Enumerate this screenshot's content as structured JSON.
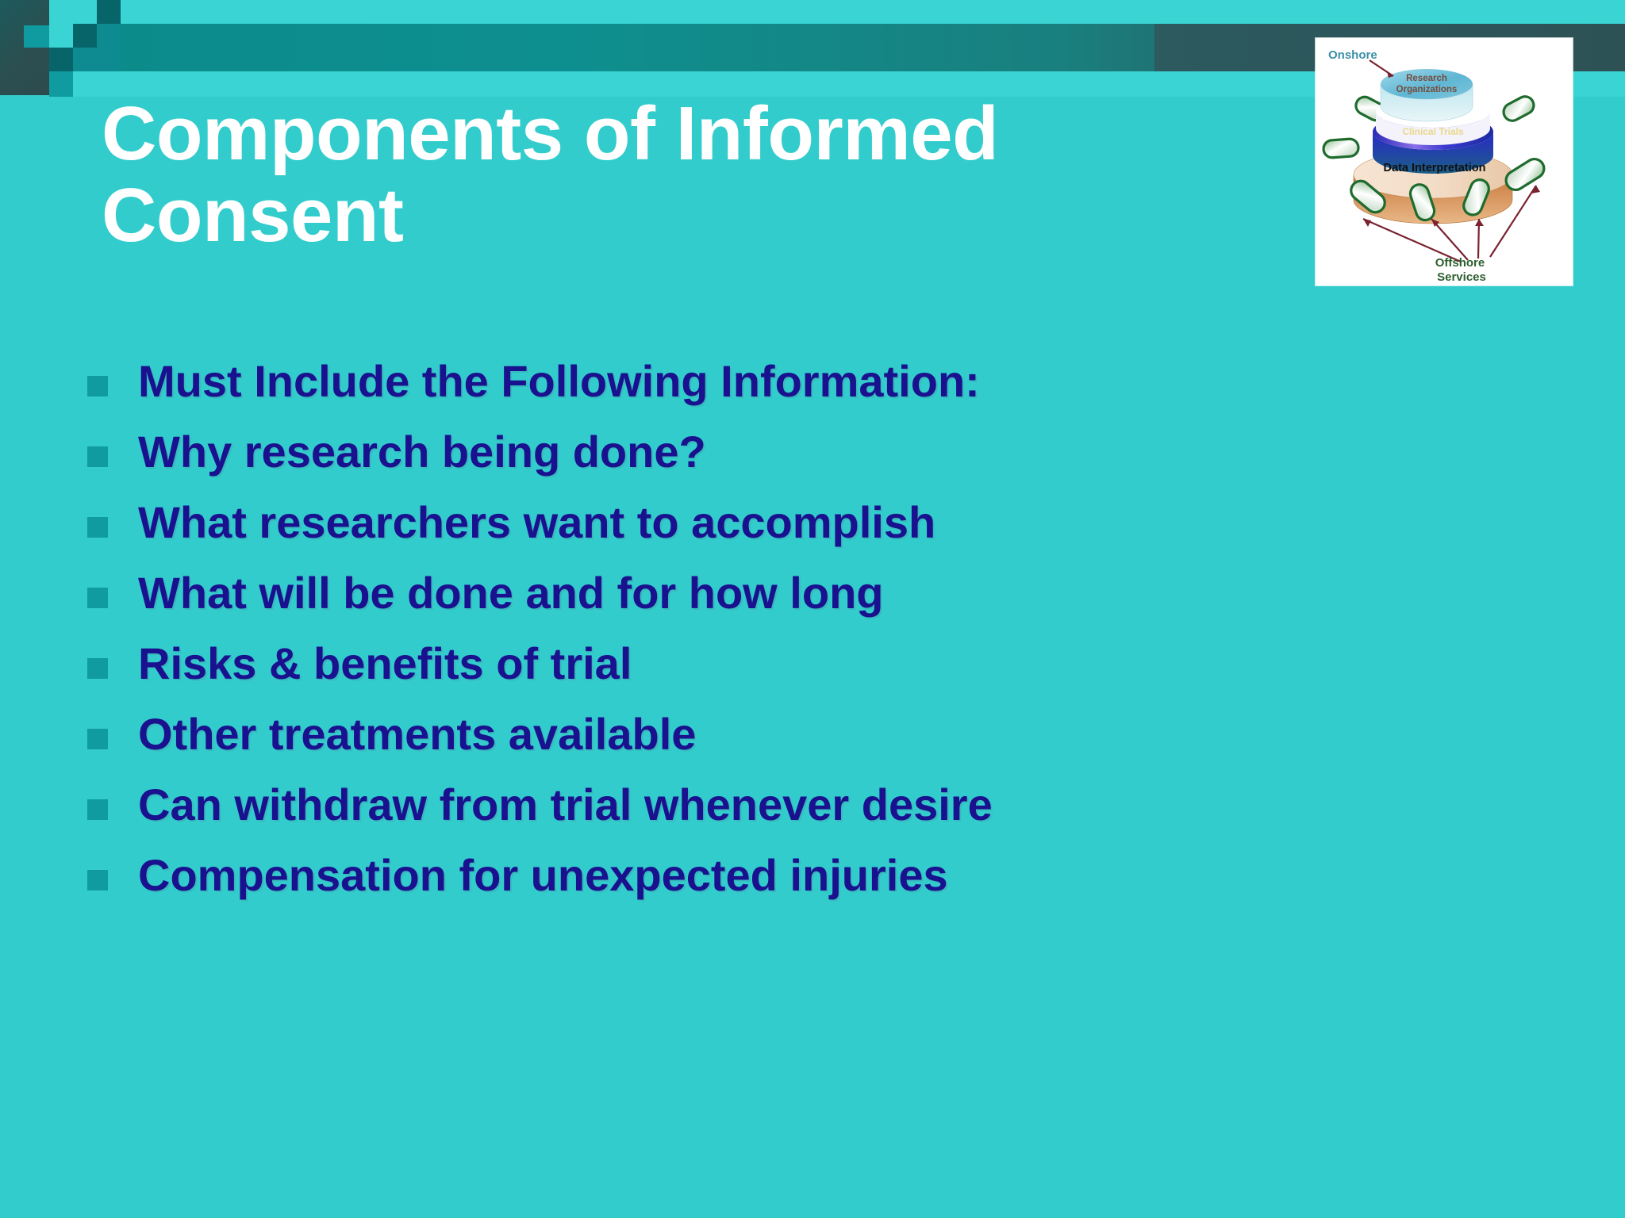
{
  "slide": {
    "title_lines": [
      "Components of Informed",
      "Consent"
    ],
    "title_text": "Components of Informed Consent",
    "background_color": "#33CCCC",
    "title_color": "#FFFFFF",
    "bullet_text_color": "#1A118F",
    "bullet_marker_color": "#0F9BA0",
    "header_band_color": "#0E8F8F",
    "header_band_dark_color": "#2D5256"
  },
  "bullets": [
    {
      "text": "Must Include the Following Information:"
    },
    {
      "text": "Why research being done?"
    },
    {
      "text": "What researchers want to accomplish"
    },
    {
      "text": "What will be done and for how long"
    },
    {
      "text": "Risks & benefits of trial"
    },
    {
      "text": "Other treatments available"
    },
    {
      "text": "Can withdraw from trial whenever desire"
    },
    {
      "text": "Compensation for unexpected injuries"
    }
  ],
  "figure": {
    "alt_name": "clinical-research-outsourcing-diagram",
    "labels": {
      "onshore": "Onshore",
      "research_organizations_line1": "Research",
      "research_organizations_line2": "Organizations",
      "clinical_trials": "Clinical Trials",
      "data_interpretation": "Data Interpretation",
      "offshore_line1": "Offshore",
      "offshore_line2": "Services"
    },
    "colors": {
      "onshore_label": "#3C8FA8",
      "research_label": "#7A4B3A",
      "clinical_trials_label": "#E8D98A",
      "data_interpretation_label": "#1A1A1A",
      "offshore_label": "#2C5F2E",
      "arrow": "#7A2230",
      "top_disc": "#5FB6D4",
      "mid_disc": "#2A2ACC",
      "bottom_disc": "#C8844A",
      "capsule_outline": "#1F6B2E"
    }
  }
}
